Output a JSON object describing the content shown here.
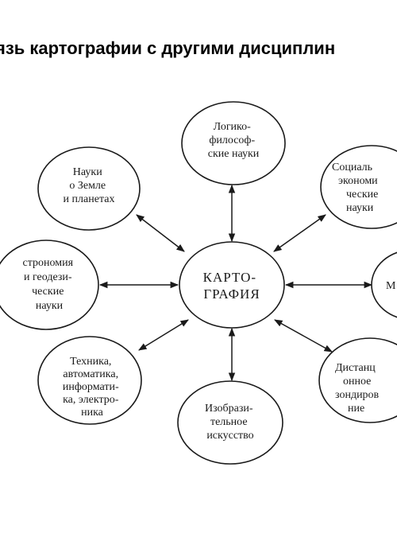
{
  "title": "язь картографии с другими дисциплин",
  "nodes": {
    "center": [
      "КАРТО-",
      "ГРАФИЯ"
    ],
    "logic": [
      "Логико-",
      "философ-",
      "ские науки"
    ],
    "earth": [
      "Науки",
      "о Земле",
      "и планетах"
    ],
    "social": [
      "Социаль",
      "экономи",
      "ческие",
      "науки"
    ],
    "astro": [
      "строномия",
      "и геодези-",
      "ческие",
      "науки"
    ],
    "math": [
      "М"
    ],
    "tech": [
      "Техника,",
      "автоматика,",
      "информати-",
      "ка, электро-",
      "ника"
    ],
    "art": [
      "Изобрази-",
      "тельное",
      "искусство"
    ],
    "remote": [
      "Дистанц",
      "онное",
      "зондиров",
      "ние"
    ]
  }
}
